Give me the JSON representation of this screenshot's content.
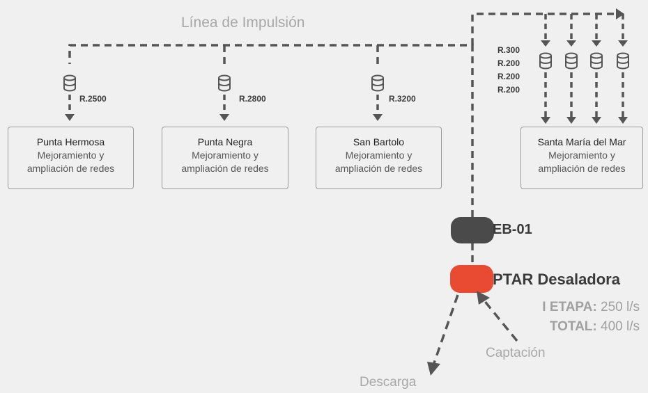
{
  "diagram": {
    "title": "Línea de Impulsión",
    "nodes": [
      {
        "title": "Punta Hermosa",
        "subtitle_1": "Mejoramiento y",
        "subtitle_2": "ampliación de redes"
      },
      {
        "title": "Punta Negra",
        "subtitle_1": "Mejoramiento y",
        "subtitle_2": "ampliación de redes"
      },
      {
        "title": "San Bartolo",
        "subtitle_1": "Mejoramiento y",
        "subtitle_2": "ampliación de redes"
      },
      {
        "title": "Santa María del Mar",
        "subtitle_1": "Mejoramiento y",
        "subtitle_2": "ampliación de redes"
      }
    ],
    "reservoirs": [
      {
        "label": "R.2500"
      },
      {
        "label": "R.2800"
      },
      {
        "label": "R.3200"
      }
    ],
    "reservoir_stack": [
      "R.300",
      "R.200",
      "R.200",
      "R.200"
    ],
    "pump_station": {
      "label": "EB-01",
      "color": "#4a4a4a"
    },
    "plant": {
      "label": "PTAR Desaladora",
      "color": "#e84a32"
    },
    "capacity": [
      {
        "label": "I ETAPA:",
        "value": "250 l/s"
      },
      {
        "label": "TOTAL:",
        "value": "400 l/s"
      }
    ],
    "outflow_label": "Descarga",
    "inflow_label": "Captación",
    "colors": {
      "line": "#555555",
      "muted_text": "#a8a8a8",
      "box_border": "#9a9a9a"
    }
  }
}
